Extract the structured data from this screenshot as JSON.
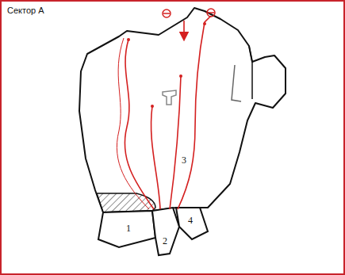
{
  "diagram": {
    "title": "Сектор А",
    "labels": [
      "1",
      "2",
      "3",
      "4"
    ]
  }
}
